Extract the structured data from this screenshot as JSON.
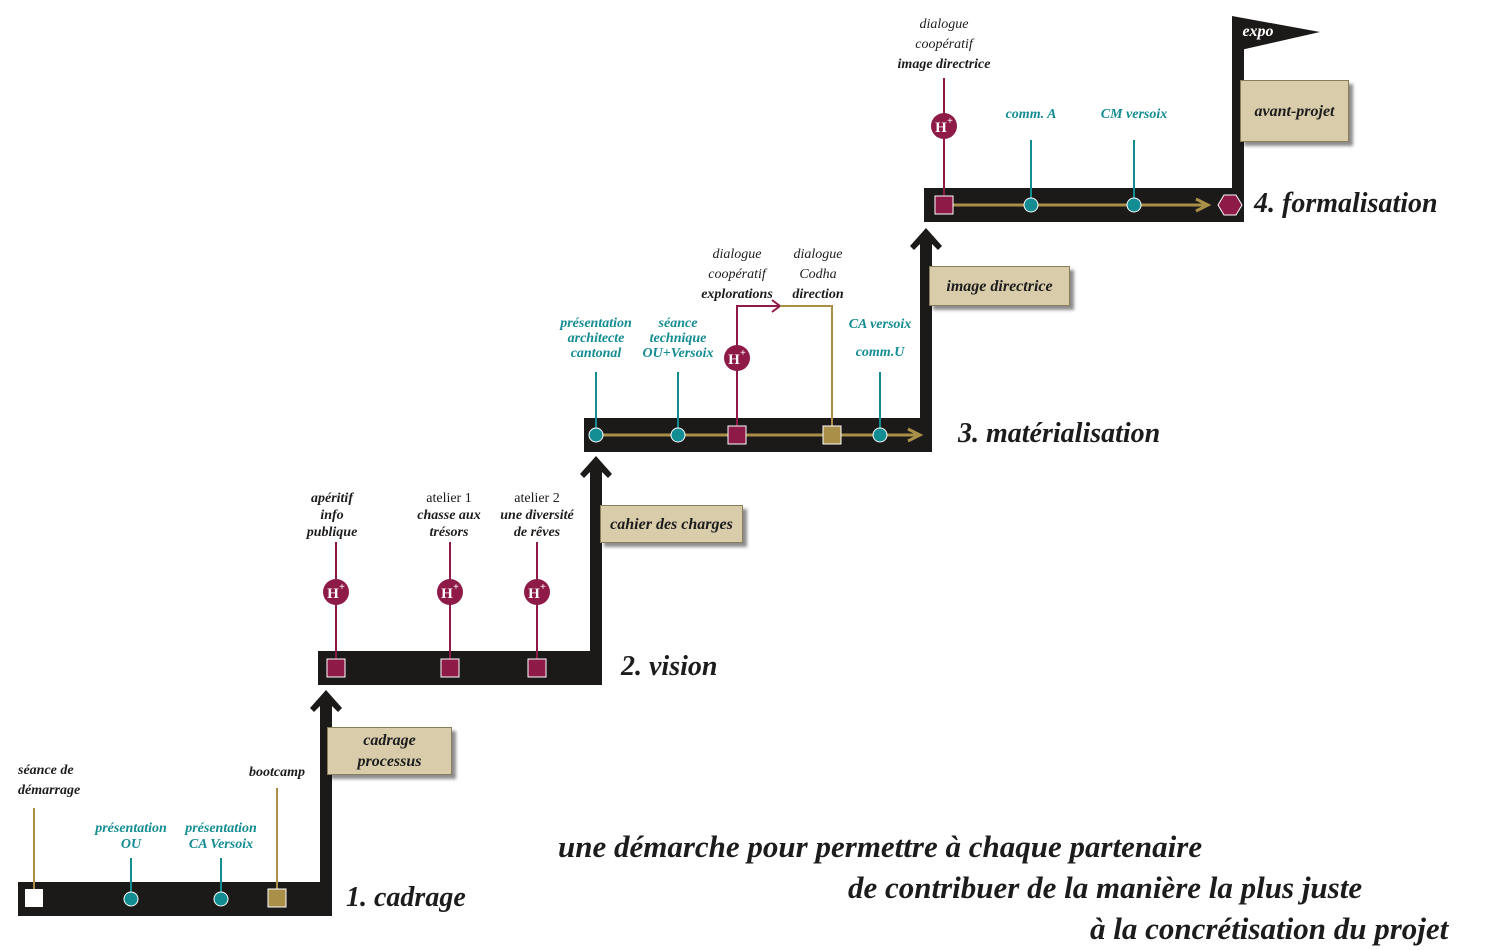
{
  "stages": [
    {
      "title": "1. cadrage"
    },
    {
      "title": "2. vision"
    },
    {
      "title": "3. matérialisation"
    },
    {
      "title": "4. formalisation"
    }
  ],
  "transitions": [
    {
      "lines": [
        "cadrage",
        "processus"
      ]
    },
    {
      "lines": [
        "cahier des charges"
      ]
    },
    {
      "lines": [
        "image directrice"
      ]
    },
    {
      "lines": [
        "avant-projet"
      ]
    }
  ],
  "flag_label": "expo",
  "h_badge": {
    "text": "H",
    "sup": "+"
  },
  "events": {
    "seance_demarrage": [
      "séance de",
      "démarrage"
    ],
    "presentation_ou": [
      "présentation",
      "OU"
    ],
    "presentation_ca": [
      "présentation",
      "CA Versoix"
    ],
    "bootcamp": [
      "bootcamp"
    ],
    "aperitif": [
      "apéritif",
      "info",
      "publique"
    ],
    "atelier1": [
      "atelier 1",
      "chasse aux",
      "trésors"
    ],
    "atelier2": [
      "atelier 2",
      "une diversité",
      "de rêves"
    ],
    "presentation_architecte": [
      "présentation",
      "architecte",
      "cantonal"
    ],
    "seance_technique": [
      "séance",
      "technique",
      "OU+Versoix"
    ],
    "dialogue_explorations": [
      "dialogue",
      "coopératif",
      "explorations"
    ],
    "dialogue_codha": [
      "dialogue",
      "Codha",
      "direction"
    ],
    "ca_versoix": [
      "CA versoix"
    ],
    "comm_u": [
      "comm.U"
    ],
    "dialogue_image": [
      "dialogue",
      "coopératif",
      "image directrice"
    ],
    "comm_a": [
      "comm. A"
    ],
    "cm_versoix": [
      "CM versoix"
    ]
  },
  "slogan": [
    "une démarche pour permettre à chaque partenaire",
    "de contribuer de la manière la plus juste",
    "à la concrétisation du projet"
  ],
  "colors": {
    "track": "#1c1a19",
    "teal": "#138c92",
    "magenta": "#8e1a48",
    "gold": "#a98f48",
    "box": "#d8ccaa"
  },
  "icons": {
    "teal_dot": "circle-marker",
    "magenta_square": "square-marker",
    "gold_square": "square-marker",
    "white_square": "square-marker",
    "hexagon": "hexagon-marker",
    "flag": "flag-icon",
    "arrow": "up-arrow-icon"
  }
}
